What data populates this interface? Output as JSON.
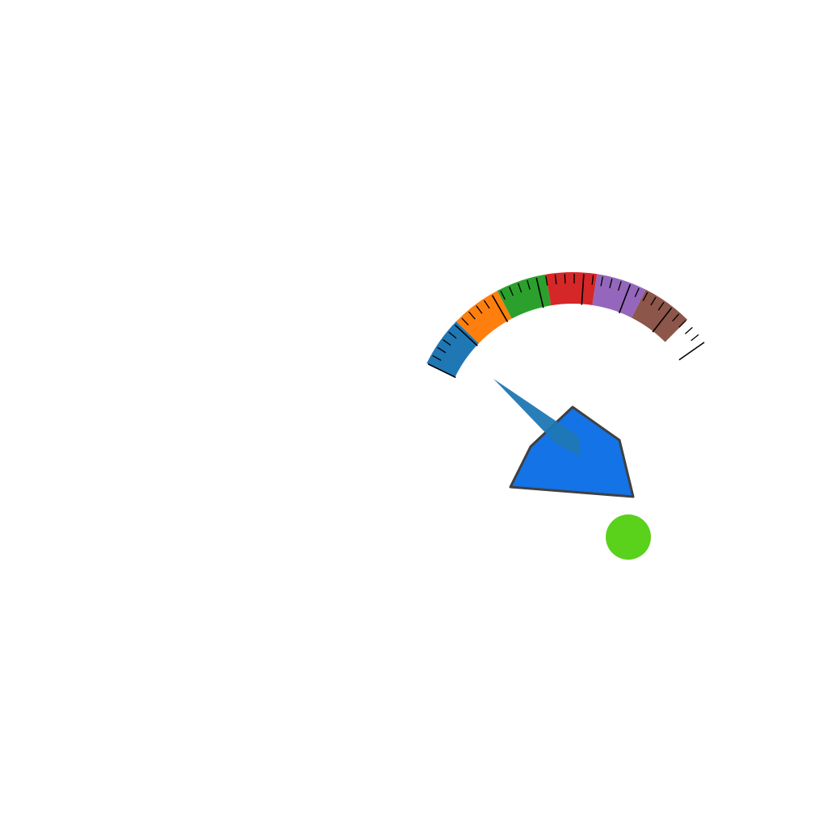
{
  "gauge": {
    "segments": [
      {
        "name": "blue",
        "color": "#1f77b4"
      },
      {
        "name": "orange",
        "color": "#ff7f0e"
      },
      {
        "name": "green",
        "color": "#2ca02c"
      },
      {
        "name": "red",
        "color": "#d62728"
      },
      {
        "name": "purple",
        "color": "#9467bd"
      },
      {
        "name": "brown",
        "color": "#8c564b"
      }
    ],
    "needle_color": "#1f77b4",
    "tick_color": "#000000"
  },
  "pentagon": {
    "fill": "#1473e6",
    "stroke": "#404040"
  },
  "dot": {
    "color": "#5ad11b"
  }
}
